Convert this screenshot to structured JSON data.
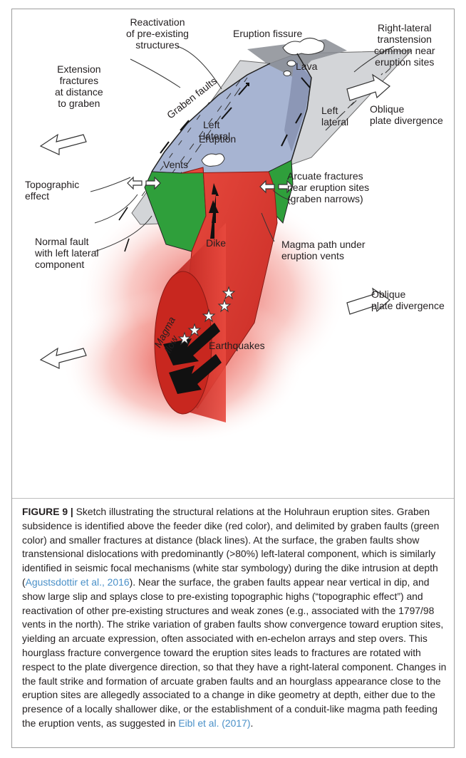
{
  "figure": {
    "labels": {
      "reactivation": "Reactivation\nof pre-existing\nstructures",
      "eruption_fissure": "Eruption fissure",
      "right_lateral": "Right-lateral\ntranstension\ncommon near\neruption sites",
      "extension_fractures": "Extension\nfractures\nat distance\nto graben",
      "lava": "Lava",
      "graben_faults": "Graben faults",
      "left_lateral_1": "Left\nlateral",
      "left_lateral_2": "Left\nlateral",
      "oblique_1": "Oblique\nplate divergence",
      "eruption": "Eruption",
      "vents": "Vents",
      "topographic": "Topographic\neffect",
      "arcuate": "Arcuate fractures\nnear eruption sites\n(graben narrows)",
      "normal_fault": "Normal fault\nwith left lateral\ncomponent",
      "dike": "Dike",
      "magma_path": "Magma path under\neruption vents",
      "oblique_2": "Oblique\nplate divergence",
      "magma_flow": "Magma\nflow",
      "earthquakes": "Earthquakes"
    },
    "colors": {
      "graben_green": "#2e9e3a",
      "dike_red": "#d9312b",
      "graben_blue": "#a9b6d3",
      "plate_gray": "#cfd1d4"
    }
  },
  "caption": {
    "figure_label": "FIGURE 9 |",
    "text_1": " Sketch illustrating the structural relations at the Holuhraun eruption sites. Graben subsidence is identified above the feeder dike (red color), and delimited by graben faults (green color) and smaller fractures at distance (black lines). At the surface, the graben faults show transtensional dislocations with predominantly (>80%) left-lateral component, which is similarly identified in seismic focal mechanisms (white star symbology) during the dike intrusion at depth (",
    "ref_1": "Agustsdottir et al., 2016",
    "text_2": "). Near the surface, the graben faults appear near vertical in dip, and show large slip and splays close to pre-existing topographic highs (“topographic effect”) and reactivation of other pre-existing structures and weak zones (e.g., associated with the 1797/98 vents in the north). The strike variation of graben faults show convergence toward eruption sites, yielding an arcuate expression, often associated with en-echelon arrays and step overs. This hourglass fracture convergence toward the eruption sites leads to fractures are rotated with respect to the plate divergence direction, so that they have a right-lateral component. Changes in the fault strike and formation of arcuate graben faults and an hourglass appearance close to the eruption sites are allegedly associated to a change in dike geometry at depth, either due to the presence of a locally shallower dike, or the establishment of a conduit-like magma path feeding the eruption vents, as suggested in ",
    "ref_2": "Eibl et al. (2017)",
    "text_3": "."
  }
}
